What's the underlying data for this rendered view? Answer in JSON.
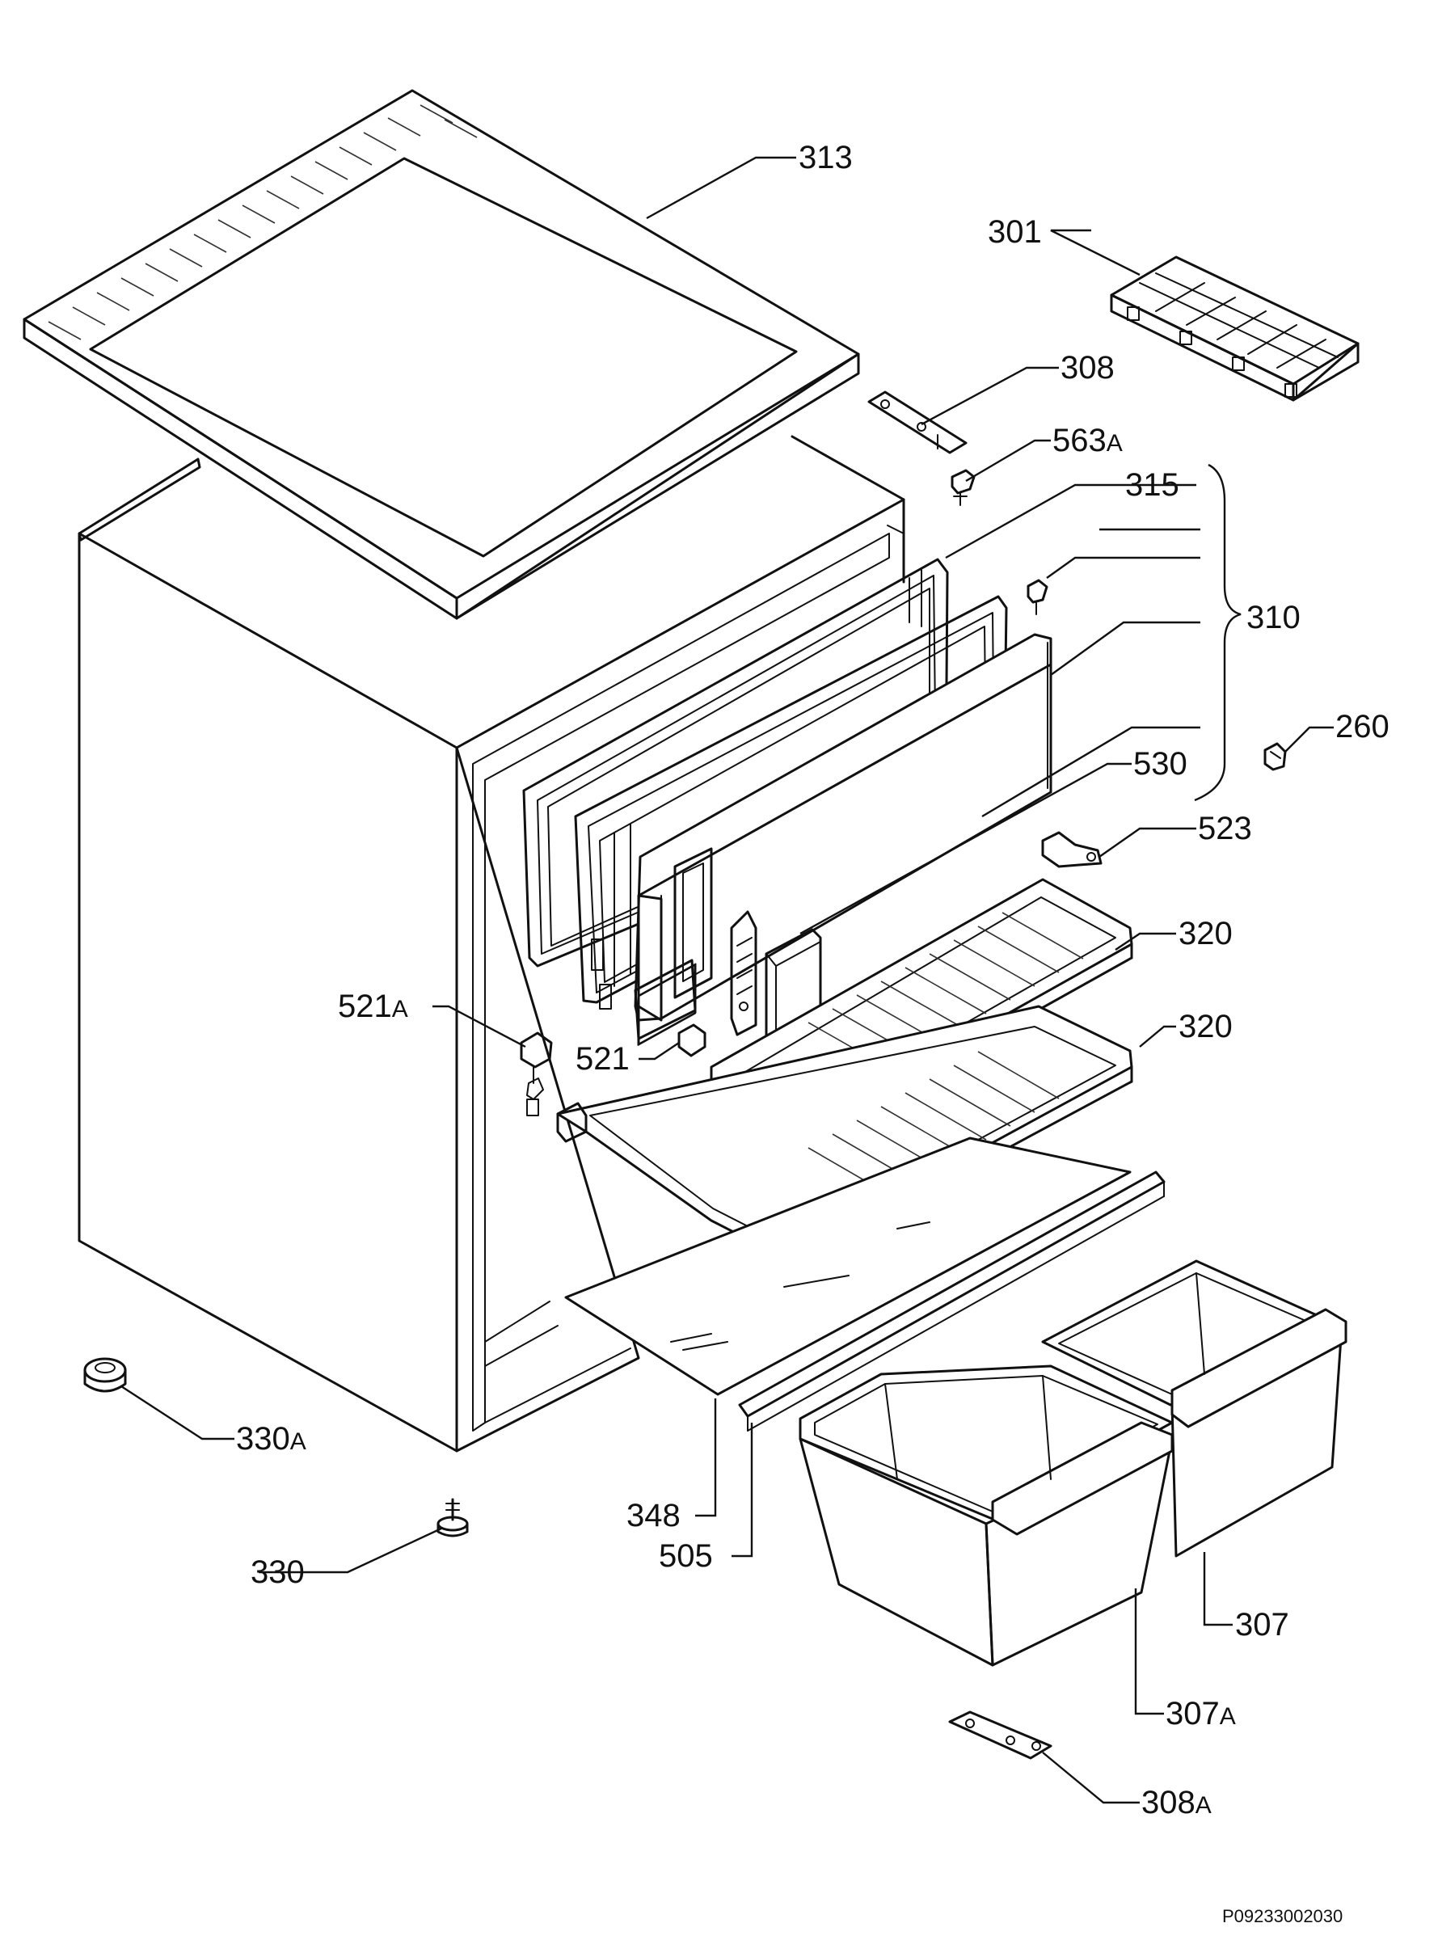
{
  "part_labels": {
    "p313": "313",
    "p301": "301",
    "p308": "308",
    "p563a": "563",
    "p315": "315",
    "p310": "310",
    "p260": "260",
    "p530": "530",
    "p523": "523",
    "p320a": "320",
    "p320b": "320",
    "p521a": "521",
    "p521": "521",
    "p330a": "330",
    "p330": "330",
    "p348": "348",
    "p505": "505",
    "p307": "307",
    "p307a": "307",
    "p308a": "308"
  },
  "suffix": "A",
  "diagram_code": "P09233002030"
}
